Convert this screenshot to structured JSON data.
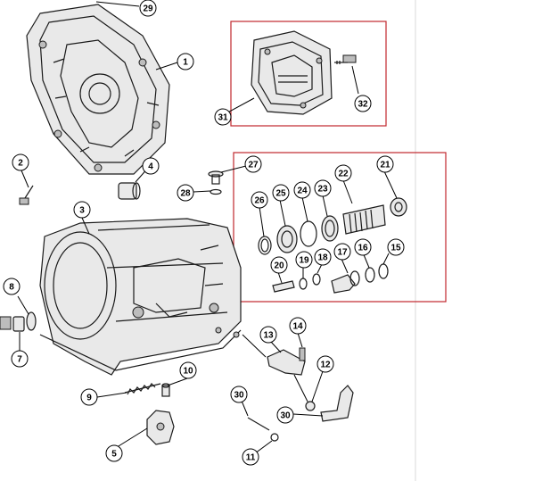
{
  "callouts": {
    "c1": "1",
    "c2": "2",
    "c3": "3",
    "c4": "4",
    "c5": "5",
    "c7": "7",
    "c8": "8",
    "c9": "9",
    "c10": "10",
    "c11": "11",
    "c12": "12",
    "c13": "13",
    "c14": "14",
    "c15": "15",
    "c16": "16",
    "c17": "17",
    "c18": "18",
    "c19": "19",
    "c20": "20",
    "c21": "21",
    "c22": "22",
    "c23": "23",
    "c24": "24",
    "c25": "25",
    "c26": "26",
    "c27": "27",
    "c28": "28",
    "c29": "29",
    "c30a": "30",
    "c30b": "30",
    "c31": "31",
    "c32": "32"
  },
  "colors": {
    "highlight_box": "#c0272d",
    "line_art": "#1a1a1a",
    "background": "#ffffff",
    "page_divider": "#d9d9d9"
  }
}
